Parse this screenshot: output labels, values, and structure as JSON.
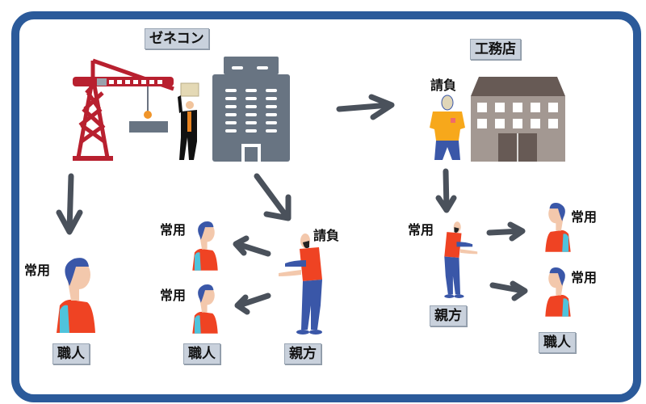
{
  "colors": {
    "frame": "#2b5a9a",
    "label_box": "#c9d1dc",
    "arrow": "#4a515b",
    "crane": "#b8202f",
    "office": "#687482",
    "shop": "#a39892",
    "shop_roof": "#675a55",
    "vest": "#ef4323",
    "hair": "#3a57a8",
    "sleeve": "#4fc3dc",
    "skin": "#f3c8ac"
  },
  "nodes": {
    "general_contractor": {
      "title": "ゼネコン"
    },
    "local_contractor": {
      "title": "工務店",
      "role": "請負"
    },
    "foreman_left": {
      "title": "親方",
      "role": "請負"
    },
    "foreman_right": {
      "title": "親方",
      "role": "常用"
    },
    "worker_left": {
      "title": "職人",
      "role": "常用"
    },
    "workers_middle": {
      "title": "職人",
      "roles": [
        "常用",
        "常用"
      ]
    },
    "workers_right": {
      "title": "職人",
      "roles": [
        "常用",
        "常用"
      ]
    }
  }
}
